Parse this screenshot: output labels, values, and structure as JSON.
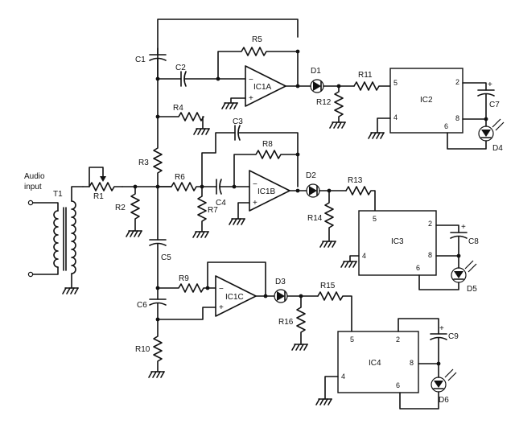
{
  "input_label_line1": "Audio",
  "input_label_line2": "input",
  "components": {
    "T1": "T1",
    "R1": "R1",
    "R2": "R2",
    "R3": "R3",
    "R4": "R4",
    "R5": "R5",
    "R6": "R6",
    "R7": "R7",
    "R8": "R8",
    "R9": "R9",
    "R10": "R10",
    "R11": "R11",
    "R12": "R12",
    "R13": "R13",
    "R14": "R14",
    "R15": "R15",
    "R16": "R16",
    "C1": "C1",
    "C2": "C2",
    "C3": "C3",
    "C4": "C4",
    "C5": "C5",
    "C6": "C6",
    "C7": "C7",
    "C8": "C8",
    "C9": "C9",
    "D1": "D1",
    "D2": "D2",
    "D3": "D3",
    "D4": "D4",
    "D5": "D5",
    "D6": "D6"
  },
  "opamps": {
    "a": "IC1A",
    "b": "IC1B",
    "c": "IC1C"
  },
  "ics": {
    "ic2": "IC2",
    "ic3": "IC3",
    "ic4": "IC4"
  },
  "pins": {
    "p2": "2",
    "p4": "4",
    "p5": "5",
    "p6": "6",
    "p8": "8"
  },
  "signs": {
    "minus": "−",
    "plus": "+"
  }
}
